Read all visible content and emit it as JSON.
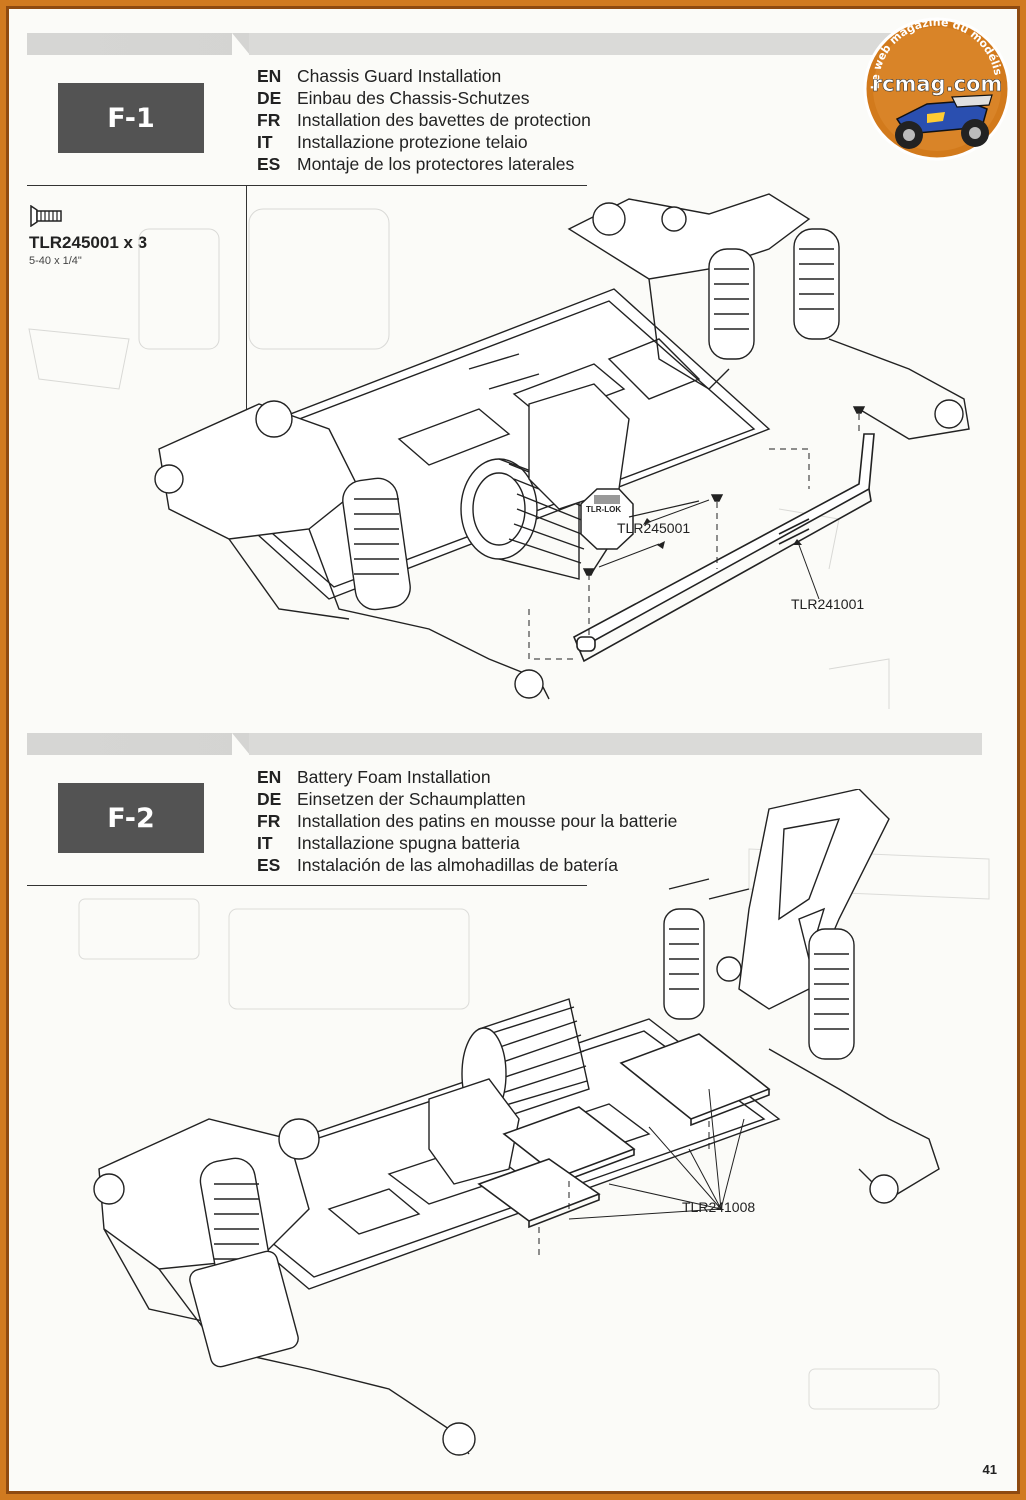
{
  "logo": {
    "arc_text": "Le web magazine du modélisme",
    "brand": "rcmag.com"
  },
  "sections": [
    {
      "step": "F-1",
      "titles": [
        {
          "code": "EN",
          "text": "Chassis Guard Installation"
        },
        {
          "code": "DE",
          "text": "Einbau des Chassis-Schutzes"
        },
        {
          "code": "FR",
          "text": "Installation des bavettes de protection"
        },
        {
          "code": "IT",
          "text": "Installazione protezione telaio"
        },
        {
          "code": "ES",
          "text": "Montaje de los protectores laterales"
        }
      ],
      "hardware": {
        "code": "TLR245001 x 3",
        "size": "5-40 x 1/4\""
      },
      "callouts": {
        "screw": "TLR245001",
        "guard": "TLR241001",
        "threadlock": "TLR-LOK"
      }
    },
    {
      "step": "F-2",
      "titles": [
        {
          "code": "EN",
          "text": "Battery Foam Installation"
        },
        {
          "code": "DE",
          "text": "Einsetzen der Schaumplatten"
        },
        {
          "code": "FR",
          "text": "Installation des patins en mousse pour la batterie"
        },
        {
          "code": "IT",
          "text": "Installazione spugna batteria"
        },
        {
          "code": "ES",
          "text": "Instalación de las almohadillas de batería"
        }
      ],
      "callouts": {
        "foam": "TLR241008"
      }
    }
  ],
  "page_number": "41",
  "colors": {
    "frame": "#d07a20",
    "step_box": "#535353",
    "header_bar": "#d6d6d4"
  }
}
